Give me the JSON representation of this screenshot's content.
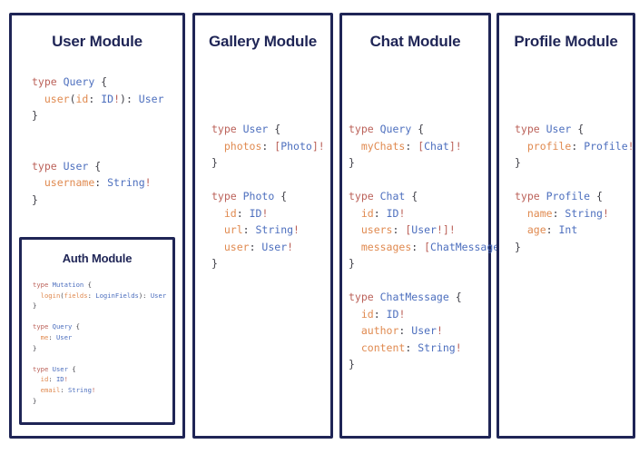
{
  "theme": {
    "border_color": "#1f2556",
    "title_color": "#1f2556",
    "background": "#ffffff",
    "keyword_color": "#bb6159",
    "typename_color": "#4d6fbe",
    "field_color": "#e08a50",
    "punctuation_color": "#3e3e46"
  },
  "modules": [
    {
      "id": "user",
      "title": "User Module",
      "code_lines": [
        [
          {
            "t": "type ",
            "c": "kw"
          },
          {
            "t": "Query",
            "c": "type"
          },
          {
            "t": " {",
            "c": "pun"
          }
        ],
        [
          {
            "t": "  ",
            "c": "pun"
          },
          {
            "t": "user",
            "c": "fld"
          },
          {
            "t": "(",
            "c": "pun"
          },
          {
            "t": "id",
            "c": "fld"
          },
          {
            "t": ": ",
            "c": "pun"
          },
          {
            "t": "ID",
            "c": "type"
          },
          {
            "t": "!",
            "c": "kw"
          },
          {
            "t": "): ",
            "c": "pun"
          },
          {
            "t": "User",
            "c": "type"
          }
        ],
        [
          {
            "t": "}",
            "c": "pun"
          }
        ],
        [
          {
            "t": "",
            "c": "pun"
          }
        ],
        [
          {
            "t": "",
            "c": "pun"
          }
        ],
        [
          {
            "t": "type ",
            "c": "kw"
          },
          {
            "t": "User",
            "c": "type"
          },
          {
            "t": " {",
            "c": "pun"
          }
        ],
        [
          {
            "t": "  ",
            "c": "pun"
          },
          {
            "t": "username",
            "c": "fld"
          },
          {
            "t": ": ",
            "c": "pun"
          },
          {
            "t": "String",
            "c": "type"
          },
          {
            "t": "!",
            "c": "kw"
          }
        ],
        [
          {
            "t": "}",
            "c": "pun"
          }
        ]
      ]
    },
    {
      "id": "auth",
      "title": "Auth Module",
      "code_lines": [
        [
          {
            "t": "type ",
            "c": "kw"
          },
          {
            "t": "Mutation",
            "c": "type"
          },
          {
            "t": " {",
            "c": "pun"
          }
        ],
        [
          {
            "t": "  ",
            "c": "pun"
          },
          {
            "t": "login",
            "c": "fld"
          },
          {
            "t": "(",
            "c": "pun"
          },
          {
            "t": "fields",
            "c": "fld"
          },
          {
            "t": ": ",
            "c": "pun"
          },
          {
            "t": "LoginFields",
            "c": "type"
          },
          {
            "t": "): ",
            "c": "pun"
          },
          {
            "t": "User",
            "c": "type"
          }
        ],
        [
          {
            "t": "}",
            "c": "pun"
          }
        ],
        [
          {
            "t": "",
            "c": "pun"
          }
        ],
        [
          {
            "t": "type ",
            "c": "kw"
          },
          {
            "t": "Query",
            "c": "type"
          },
          {
            "t": " {",
            "c": "pun"
          }
        ],
        [
          {
            "t": "  ",
            "c": "pun"
          },
          {
            "t": "me",
            "c": "fld"
          },
          {
            "t": ": ",
            "c": "pun"
          },
          {
            "t": "User",
            "c": "type"
          }
        ],
        [
          {
            "t": "}",
            "c": "pun"
          }
        ],
        [
          {
            "t": "",
            "c": "pun"
          }
        ],
        [
          {
            "t": "type ",
            "c": "kw"
          },
          {
            "t": "User",
            "c": "type"
          },
          {
            "t": " {",
            "c": "pun"
          }
        ],
        [
          {
            "t": "  ",
            "c": "pun"
          },
          {
            "t": "id",
            "c": "fld"
          },
          {
            "t": ": ",
            "c": "pun"
          },
          {
            "t": "ID",
            "c": "type"
          },
          {
            "t": "!",
            "c": "kw"
          }
        ],
        [
          {
            "t": "  ",
            "c": "pun"
          },
          {
            "t": "email",
            "c": "fld"
          },
          {
            "t": ": ",
            "c": "pun"
          },
          {
            "t": "String",
            "c": "type"
          },
          {
            "t": "!",
            "c": "kw"
          }
        ],
        [
          {
            "t": "}",
            "c": "pun"
          }
        ]
      ]
    },
    {
      "id": "gallery",
      "title": "Gallery Module",
      "code_lines": [
        [
          {
            "t": "type ",
            "c": "kw"
          },
          {
            "t": "User",
            "c": "type"
          },
          {
            "t": " {",
            "c": "pun"
          }
        ],
        [
          {
            "t": "  ",
            "c": "pun"
          },
          {
            "t": "photos",
            "c": "fld"
          },
          {
            "t": ": ",
            "c": "pun"
          },
          {
            "t": "[",
            "c": "kw"
          },
          {
            "t": "Photo",
            "c": "type"
          },
          {
            "t": "]!",
            "c": "kw"
          }
        ],
        [
          {
            "t": "}",
            "c": "pun"
          }
        ],
        [
          {
            "t": "",
            "c": "pun"
          }
        ],
        [
          {
            "t": "type ",
            "c": "kw"
          },
          {
            "t": "Photo",
            "c": "type"
          },
          {
            "t": " {",
            "c": "pun"
          }
        ],
        [
          {
            "t": "  ",
            "c": "pun"
          },
          {
            "t": "id",
            "c": "fld"
          },
          {
            "t": ": ",
            "c": "pun"
          },
          {
            "t": "ID",
            "c": "type"
          },
          {
            "t": "!",
            "c": "kw"
          }
        ],
        [
          {
            "t": "  ",
            "c": "pun"
          },
          {
            "t": "url",
            "c": "fld"
          },
          {
            "t": ": ",
            "c": "pun"
          },
          {
            "t": "String",
            "c": "type"
          },
          {
            "t": "!",
            "c": "kw"
          }
        ],
        [
          {
            "t": "  ",
            "c": "pun"
          },
          {
            "t": "user",
            "c": "fld"
          },
          {
            "t": ": ",
            "c": "pun"
          },
          {
            "t": "User",
            "c": "type"
          },
          {
            "t": "!",
            "c": "kw"
          }
        ],
        [
          {
            "t": "}",
            "c": "pun"
          }
        ]
      ]
    },
    {
      "id": "chat",
      "title": "Chat Module",
      "code_lines": [
        [
          {
            "t": "type ",
            "c": "kw"
          },
          {
            "t": "Query",
            "c": "type"
          },
          {
            "t": " {",
            "c": "pun"
          }
        ],
        [
          {
            "t": "  ",
            "c": "pun"
          },
          {
            "t": "myChats",
            "c": "fld"
          },
          {
            "t": ": ",
            "c": "pun"
          },
          {
            "t": "[",
            "c": "kw"
          },
          {
            "t": "Chat",
            "c": "type"
          },
          {
            "t": "]!",
            "c": "kw"
          }
        ],
        [
          {
            "t": "}",
            "c": "pun"
          }
        ],
        [
          {
            "t": "",
            "c": "pun"
          }
        ],
        [
          {
            "t": "type ",
            "c": "kw"
          },
          {
            "t": "Chat",
            "c": "type"
          },
          {
            "t": " {",
            "c": "pun"
          }
        ],
        [
          {
            "t": "  ",
            "c": "pun"
          },
          {
            "t": "id",
            "c": "fld"
          },
          {
            "t": ": ",
            "c": "pun"
          },
          {
            "t": "ID",
            "c": "type"
          },
          {
            "t": "!",
            "c": "kw"
          }
        ],
        [
          {
            "t": "  ",
            "c": "pun"
          },
          {
            "t": "users",
            "c": "fld"
          },
          {
            "t": ": ",
            "c": "pun"
          },
          {
            "t": "[",
            "c": "kw"
          },
          {
            "t": "User",
            "c": "type"
          },
          {
            "t": "!]!",
            "c": "kw"
          }
        ],
        [
          {
            "t": "  ",
            "c": "pun"
          },
          {
            "t": "messages",
            "c": "fld"
          },
          {
            "t": ": ",
            "c": "pun"
          },
          {
            "t": "[",
            "c": "kw"
          },
          {
            "t": "ChatMessage",
            "c": "type"
          },
          {
            "t": "]!",
            "c": "kw"
          }
        ],
        [
          {
            "t": "}",
            "c": "pun"
          }
        ],
        [
          {
            "t": "",
            "c": "pun"
          }
        ],
        [
          {
            "t": "type ",
            "c": "kw"
          },
          {
            "t": "ChatMessage",
            "c": "type"
          },
          {
            "t": " {",
            "c": "pun"
          }
        ],
        [
          {
            "t": "  ",
            "c": "pun"
          },
          {
            "t": "id",
            "c": "fld"
          },
          {
            "t": ": ",
            "c": "pun"
          },
          {
            "t": "ID",
            "c": "type"
          },
          {
            "t": "!",
            "c": "kw"
          }
        ],
        [
          {
            "t": "  ",
            "c": "pun"
          },
          {
            "t": "author",
            "c": "fld"
          },
          {
            "t": ": ",
            "c": "pun"
          },
          {
            "t": "User",
            "c": "type"
          },
          {
            "t": "!",
            "c": "kw"
          }
        ],
        [
          {
            "t": "  ",
            "c": "pun"
          },
          {
            "t": "content",
            "c": "fld"
          },
          {
            "t": ": ",
            "c": "pun"
          },
          {
            "t": "String",
            "c": "type"
          },
          {
            "t": "!",
            "c": "kw"
          }
        ],
        [
          {
            "t": "}",
            "c": "pun"
          }
        ]
      ]
    },
    {
      "id": "profile",
      "title": "Profile Module",
      "code_lines": [
        [
          {
            "t": "type ",
            "c": "kw"
          },
          {
            "t": "User",
            "c": "type"
          },
          {
            "t": " {",
            "c": "pun"
          }
        ],
        [
          {
            "t": "  ",
            "c": "pun"
          },
          {
            "t": "profile",
            "c": "fld"
          },
          {
            "t": ": ",
            "c": "pun"
          },
          {
            "t": "Profile",
            "c": "type"
          },
          {
            "t": "!",
            "c": "kw"
          }
        ],
        [
          {
            "t": "}",
            "c": "pun"
          }
        ],
        [
          {
            "t": "",
            "c": "pun"
          }
        ],
        [
          {
            "t": "type ",
            "c": "kw"
          },
          {
            "t": "Profile",
            "c": "type"
          },
          {
            "t": " {",
            "c": "pun"
          }
        ],
        [
          {
            "t": "  ",
            "c": "pun"
          },
          {
            "t": "name",
            "c": "fld"
          },
          {
            "t": ": ",
            "c": "pun"
          },
          {
            "t": "String",
            "c": "type"
          },
          {
            "t": "!",
            "c": "kw"
          }
        ],
        [
          {
            "t": "  ",
            "c": "pun"
          },
          {
            "t": "age",
            "c": "fld"
          },
          {
            "t": ": ",
            "c": "pun"
          },
          {
            "t": "Int",
            "c": "type"
          }
        ],
        [
          {
            "t": "}",
            "c": "pun"
          }
        ]
      ]
    }
  ]
}
